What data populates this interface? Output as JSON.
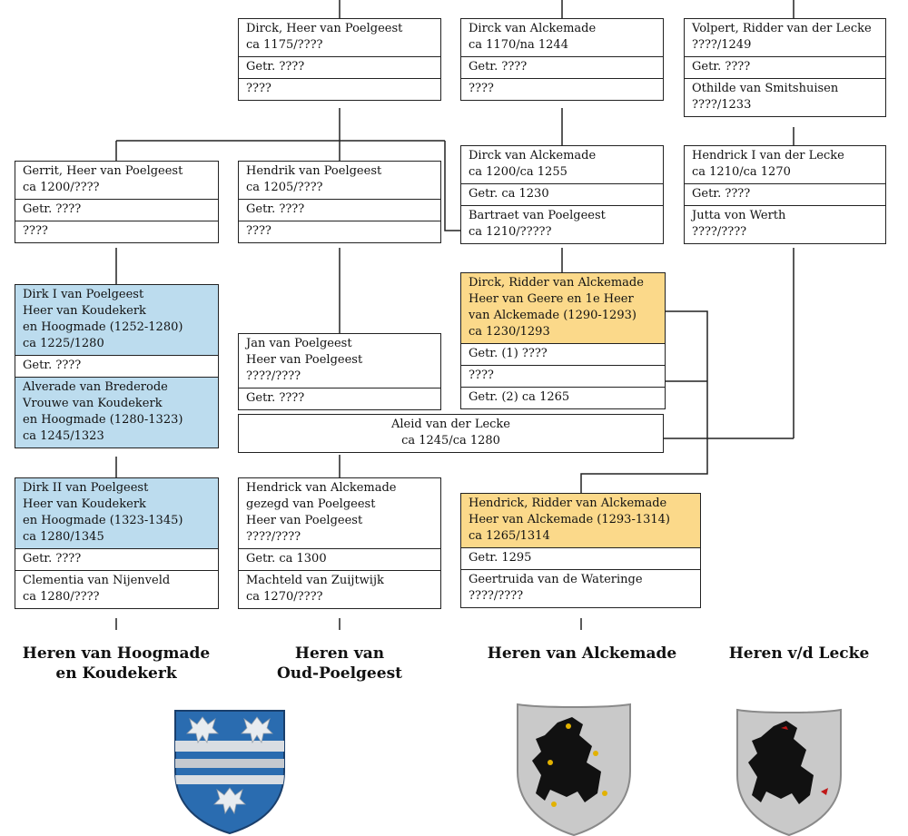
{
  "persons": {
    "dirck_poelgeest": {
      "name": "Dirck, Heer van Poelgeest\nca 1175/????",
      "marriage": "Getr. ????",
      "spouse": "????"
    },
    "dirck_alckemade_1": {
      "name": "Dirck van Alckemade\nca 1170/na 1244",
      "marriage": "Getr. ????",
      "spouse": "????"
    },
    "volpert": {
      "name": "Volpert, Ridder van der Lecke\n????/1249",
      "marriage": "Getr. ????",
      "spouse": "Othilde van Smitshuisen\n????/1233"
    },
    "gerrit": {
      "name": "Gerrit, Heer van Poelgeest\nca 1200/????",
      "marriage": "Getr. ????",
      "spouse": "????"
    },
    "hendrik_poelgeest": {
      "name": "Hendrik van Poelgeest\nca 1205/????",
      "marriage": "Getr. ????",
      "spouse": "????"
    },
    "dirck_alckemade_2": {
      "name": "Dirck van Alckemade\nca 1200/ca 1255",
      "marriage": "Getr. ca 1230",
      "spouse": "Bartraet van Poelgeest\nca 1210/?????"
    },
    "hendrick_lecke": {
      "name": "Hendrick I van der Lecke\nca 1210/ca 1270",
      "marriage": "Getr. ????",
      "spouse": "Jutta von Werth\n????/????"
    },
    "dirk_i": {
      "name": "Dirk I van Poelgeest\nHeer van Koudekerk\nen Hoogmade (1252-1280)\nca 1225/1280",
      "marriage": "Getr. ????",
      "spouse": "Alverade van Brederode\nVrouwe van Koudekerk\nen Hoogmade (1280-1323)\nca 1245/1323"
    },
    "jan": {
      "name": "Jan van Poelgeest\nHeer van Poelgeest\n????/????",
      "marriage": "Getr. ????"
    },
    "dirck_ridder": {
      "name": "Dirck, Ridder van Alckemade\nHeer van Geere en 1e Heer\nvan Alckemade (1290-1293)\nca 1230/1293",
      "marriage1": "Getr. (1) ????",
      "spouse1": "????",
      "marriage2": "Getr. (2) ca 1265"
    },
    "aleid": {
      "name": "Aleid van der Lecke\nca 1245/ca 1280"
    },
    "dirk_ii": {
      "name": "Dirk II van Poelgeest\nHeer van Koudekerk\nen Hoogmade (1323-1345)\nca 1280/1345",
      "marriage": "Getr. ????",
      "spouse": "Clementia van Nijenveld\nca 1280/????"
    },
    "hendrick_alckemade_gezegd": {
      "name": "Hendrick van Alckemade\ngezegd van Poelgeest\nHeer van Poelgeest\n????/????",
      "marriage": "Getr. ca 1300",
      "spouse": "Machteld van Zuijtwijk\nca 1270/????"
    },
    "hendrick_ridder": {
      "name": "Hendrick, Ridder van Alckemade\nHeer van Alckemade (1293-1314)\nca 1265/1314",
      "marriage": "Getr. 1295",
      "spouse": "Geertruida van de Wateringe\n????/????"
    }
  },
  "headings": {
    "hoogmade": "Heren van Hoogmade\nen Koudekerk",
    "poelgeest": "Heren van\nOud-Poelgeest",
    "alckemade": "Heren van Alckemade",
    "lecke": "Heren v/d Lecke"
  },
  "colors": {
    "blue": "#bcdcee",
    "yellow": "#fbd98a",
    "line": "#222222"
  },
  "shields": [
    {
      "name": "poelgeest-shield",
      "field": "#2a6cb0",
      "charges": "three silver eagles"
    },
    {
      "name": "alckemade-shield",
      "field": "#c8c8c8",
      "charges": "black lion"
    },
    {
      "name": "lecke-shield",
      "field": "#c8c8c8",
      "charges": "black lion"
    }
  ]
}
